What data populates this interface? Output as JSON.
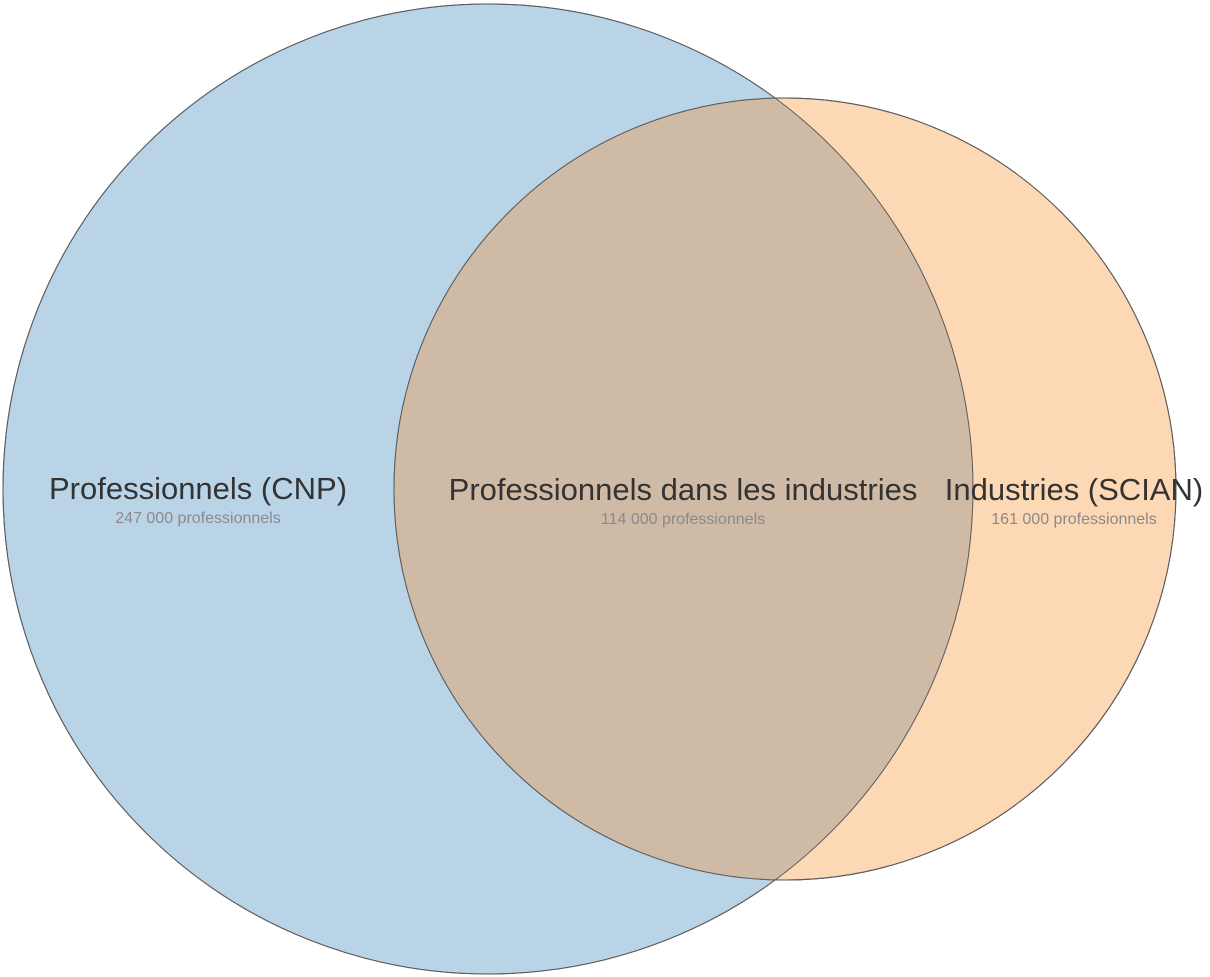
{
  "colors": {
    "set_a": "#6fa6ce",
    "set_b": "#fdb46e",
    "overlap": "#cfbaa5",
    "stroke": "#5a5a5a",
    "label": "#333333",
    "count": "#8a8a8a"
  },
  "venn": {
    "set_a": {
      "label": "Professionnels (CNP)",
      "count": "247 000 professionnels",
      "value": 247000
    },
    "set_b": {
      "label": "Industries (SCIAN)",
      "count": "161 000 professionnels",
      "value": 161000
    },
    "overlap": {
      "label": "Professionnels dans les industries",
      "count": "114 000 professionnels",
      "value": 114000
    }
  }
}
